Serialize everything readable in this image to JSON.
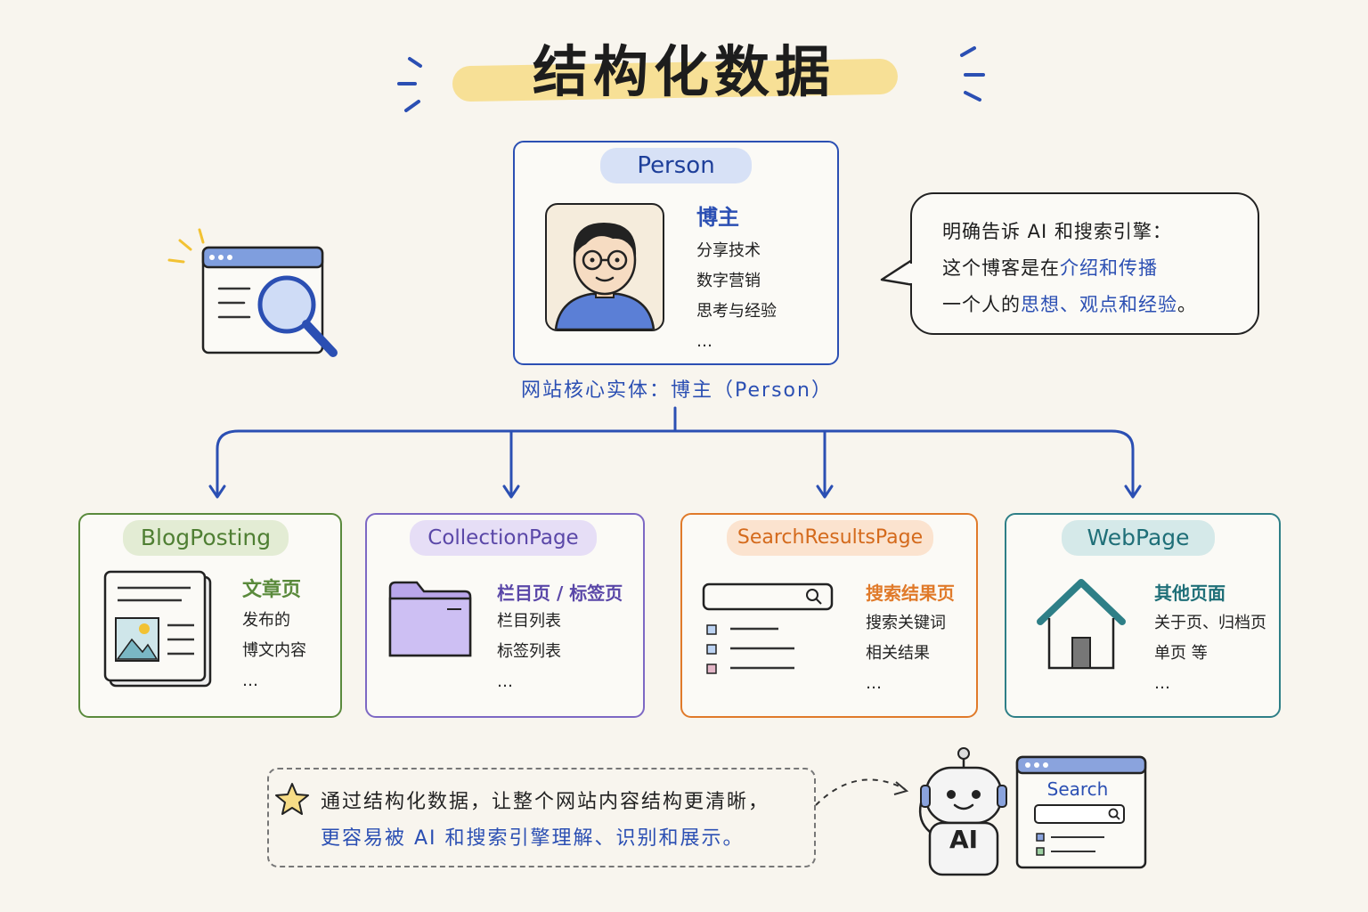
{
  "title": "结构化数据",
  "person": {
    "pill": "Person",
    "heading": "博主",
    "lines": [
      "分享技术",
      "数字营销",
      "思考与经验"
    ],
    "ellipsis": "…"
  },
  "core_label": "网站核心实体：博主（Person）",
  "bubble": {
    "line1": "明确告诉 AI 和搜索引擎：",
    "line2_plain": "这个博客是在",
    "line2_blue": "介绍和传播",
    "line3_plain_a": "一个人的",
    "line3_blue": "思想、观点和经验",
    "line3_plain_b": "。"
  },
  "types": [
    {
      "pill": "BlogPosting",
      "heading": "文章页",
      "lines": [
        "发布的",
        "博文内容"
      ],
      "ellipsis": "…",
      "color": "#5a8a3c",
      "pill_bg": "#e3ecd4"
    },
    {
      "pill": "CollectionPage",
      "heading": "栏目页 / 标签页",
      "lines": [
        "栏目列表",
        "标签列表"
      ],
      "ellipsis": "…",
      "color": "#7d68c4",
      "pill_bg": "#e6def6"
    },
    {
      "pill": "SearchResultsPage",
      "heading": "搜索结果页",
      "lines": [
        "搜索关键词",
        "相关结果"
      ],
      "ellipsis": "…",
      "color": "#e07a2a",
      "pill_bg": "#fbe3cf"
    },
    {
      "pill": "WebPage",
      "heading": "其他页面",
      "lines": [
        "关于页、归档页",
        "单页 等"
      ],
      "ellipsis": "…",
      "color": "#2e7f87",
      "pill_bg": "#d5e9e9"
    }
  ],
  "note": {
    "line1": "通过结构化数据，让整个网站内容结构更清晰，",
    "line2": "更容易被 AI 和搜索引擎理解、识别和展示。"
  },
  "robot_label": "AI",
  "search_window_label": "Search",
  "colors": {
    "accent_blue": "#2b4fb3",
    "highlight_yellow": "#f7dc86",
    "background": "#f8f5ee"
  }
}
